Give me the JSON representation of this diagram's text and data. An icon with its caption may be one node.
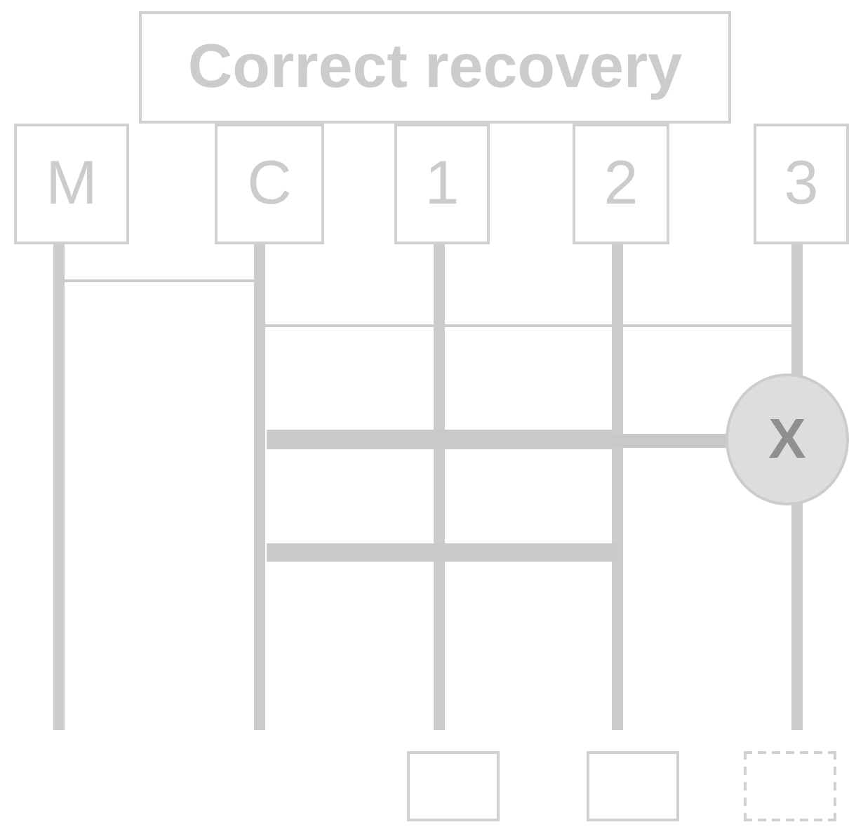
{
  "diagram": {
    "nodes": [
      {
        "text": [
          "Correct recovery"
        ]
      },
      {
        "text": [
          "M"
        ]
      },
      {
        "text": [
          "C"
        ]
      },
      {
        "text": [
          "1"
        ]
      },
      {
        "text": [
          "2"
        ]
      },
      {
        "text": [
          "3"
        ]
      },
      {
        "text": [
          "X"
        ]
      },
      {
        "text": [],
        "shape": "box"
      },
      {
        "text": [],
        "shape": "box"
      },
      {
        "text": [],
        "shape": "box"
      }
    ]
  }
}
